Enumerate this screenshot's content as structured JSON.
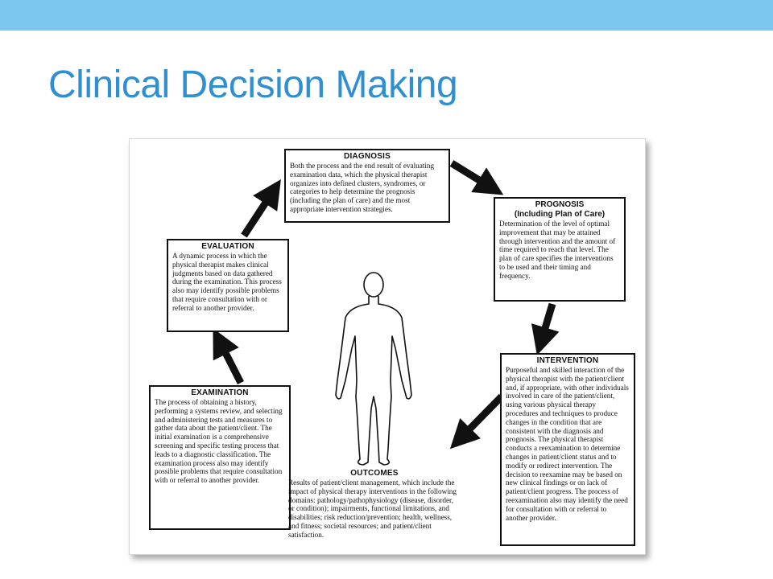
{
  "slide": {
    "title": "Clinical Decision Making",
    "colors": {
      "top_bar": "#7cc7f0",
      "title": "#2f8fd0"
    }
  },
  "diagram": {
    "diagnosis": {
      "title": "DIAGNOSIS",
      "text": "Both the process and the end result of evaluating examination data, which the physical therapist organizes into defined clusters, syndromes, or categories to help determine the prognosis (including the plan of care) and the most appropriate intervention strategies."
    },
    "prognosis": {
      "title": "PROGNOSIS",
      "subtitle": "(Including Plan of Care)",
      "text": "Determination of the level of optimal improvement that may be attained through intervention and the amount of time required to reach that level. The plan of care specifies the interventions to be used and their timing and frequency."
    },
    "evaluation": {
      "title": "EVALUATION",
      "text": "A dynamic process in which the physical therapist makes clinical judgments based on data gathered during the examination. This process also may identify possible problems that require consultation with or referral to another provider."
    },
    "examination": {
      "title": "EXAMINATION",
      "text": "The process of obtaining a history, performing a systems review, and selecting and administering tests and measures to gather data about the patient/client. The initial examination is a comprehensive screening and specific testing process that leads to a diagnostic classification. The examination process also may identify possible problems that require consultation with or referral to another provider."
    },
    "intervention": {
      "title": "INTERVENTION",
      "text": "Purposeful and skilled interaction of the physical therapist with the patient/client and, if appropriate, with other individuals involved in care of the patient/client, using various physical therapy procedures and techniques to produce changes in the condition that are consistent with the diagnosis and prognosis. The physical therapist conducts a reexamination to determine changes in patient/client status and to modify or redirect intervention. The decision to reexamine may be based on new clinical findings or on lack of patient/client progress. The process of reexamination also may identify the need for consultation with or referral to another provider."
    },
    "outcomes": {
      "title": "OUTCOMES",
      "text": "Results of patient/client management, which include the impact of physical therapy interventions in the following domains: pathology/pathophysiology (disease, disorder, or condition); impairments, functional limitations, and disabilities; risk reduction/prevention; health, wellness, and fitness; societal resources; and patient/client satisfaction."
    }
  }
}
